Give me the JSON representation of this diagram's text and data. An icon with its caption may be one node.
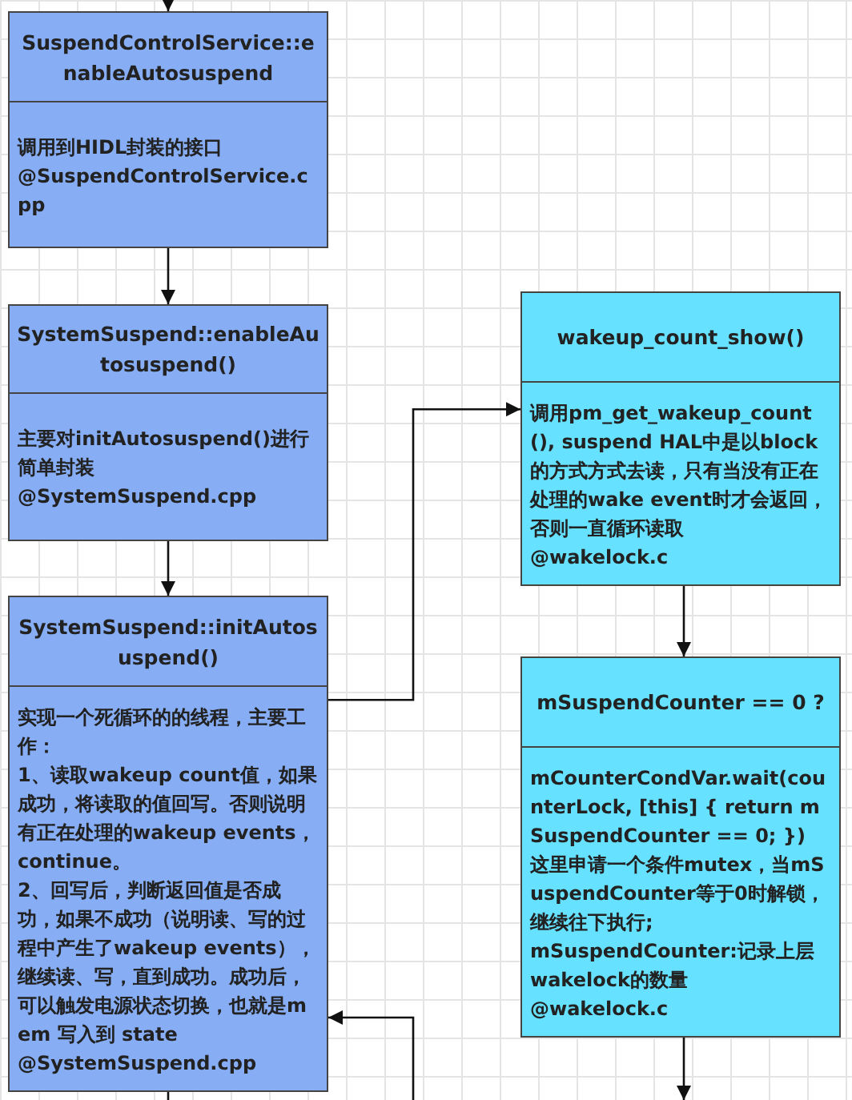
{
  "diagram": {
    "nodes": [
      {
        "text": [
          "SuspendControlService::enableAutosuspend",
          "调用到HIDL封装的接口",
          "@SuspendControlService.cpp"
        ]
      },
      {
        "text": [
          "SystemSuspend::enableAutosuspend()",
          "主要对initAutosuspend()进行简单封装",
          "@SystemSuspend.cpp"
        ]
      },
      {
        "text": [
          "SystemSuspend::initAutosuspend()",
          "实现一个死循环的的线程，主要工作：",
          "1、读取wakeup count值，如果成功，将读取的值回写。否则说明有正在处理的wakeup events，continue。",
          "2、回写后，判断返回值是否成功，如果不成功（说明读、写的过程中产生了wakeup events），继续读、写，直到成功。成功后，可以触发电源状态切换，也就是mem 写入到 state",
          "@SystemSuspend.cpp"
        ]
      },
      {
        "text": [
          "wakeup_count_show()",
          "调用pm_get_wakeup_count(), suspend HAL中是以block的方式方式去读，只有当没有正在处理的wake event时才会返回，否则一直循环读取",
          "@wakelock.c"
        ]
      },
      {
        "text": [
          "mSuspendCounter == 0 ?",
          "mCounterCondVar.wait(counterLock, [this] { return mSuspendCounter == 0; })",
          "这里申请一个条件mutex，当mSuspendCounter等于0时解锁，继续往下执行;",
          "mSuspendCounter:记录上层wakelock的数量",
          "@wakelock.c"
        ]
      }
    ],
    "edges": [
      {
        "from": null,
        "to": 0,
        "arrow": "to"
      },
      {
        "from": 0,
        "to": 1,
        "arrow": "to"
      },
      {
        "from": 1,
        "to": 2,
        "arrow": "to"
      },
      {
        "from": 2,
        "to": 3,
        "arrow": "to"
      },
      {
        "from": 3,
        "to": 4,
        "arrow": "to"
      },
      {
        "from": 4,
        "to": null,
        "arrow": "to"
      },
      {
        "from": null,
        "to": 2,
        "arrow": "to"
      },
      {
        "from": 2,
        "to": null,
        "arrow": "none"
      }
    ]
  }
}
